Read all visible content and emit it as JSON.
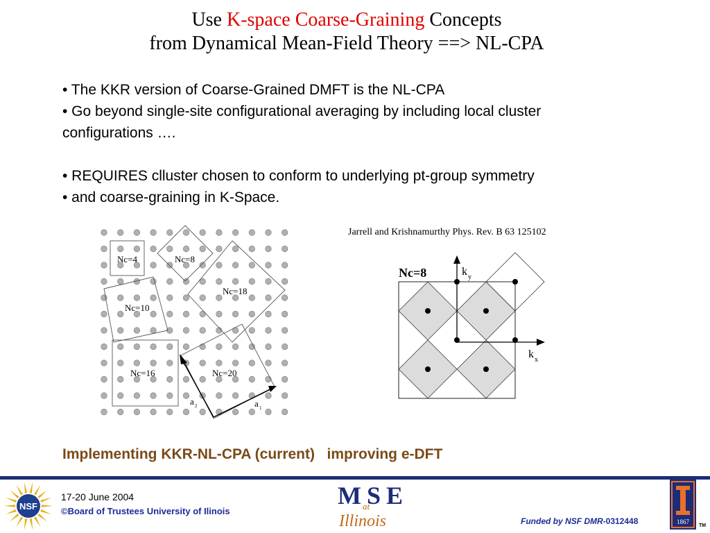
{
  "title": {
    "line1_prefix": "Use ",
    "line1_accent": "K-space Coarse-Graining",
    "line1_suffix": " Concepts",
    "line2": "from Dynamical Mean-Field Theory  ==> NL-CPA",
    "accent_color": "#e00000"
  },
  "bullets": [
    "•  The KKR version of Coarse-Grained DMFT is the NL-CPA",
    "• Go beyond single-site configurational averaging by including local cluster",
    "configurations ….",
    "",
    "• REQUIRES  clluster chosen to conform to underlying pt-group symmetry",
    "• and coarse-graining in K-Space."
  ],
  "citation": "Jarrell and Krishnamurthy Phys. Rev. B 63 125102",
  "figure_left": {
    "cluster_labels": [
      "Nc=4",
      "Nc=8",
      "Nc=18",
      "Nc=10",
      "Nc=16",
      "Nc=20"
    ],
    "vector_labels": [
      "a",
      "2",
      "a",
      "1"
    ]
  },
  "figure_right": {
    "cluster_label": "Nc=8",
    "axis_labels": [
      "k",
      "y",
      "k",
      "x"
    ]
  },
  "implementing": "Implementing KKR-NL-CPA (current)   improving e-DFT",
  "footer": {
    "date": "17-20 June 2004",
    "copyright": "©Board of Trustees University of Ilinois",
    "funded_prefix": "Funded by NSF DMR-",
    "funded_number": "0312448",
    "nsf_logo_text": "NSF",
    "mse_logo_text": "MSE",
    "mse_logo_small": "at",
    "mse_logo_script": "Illinois",
    "ui_logo_year": "1867",
    "trademark": "TM",
    "bar_color": "#1c2c78",
    "text_color": "#1c2c98"
  }
}
